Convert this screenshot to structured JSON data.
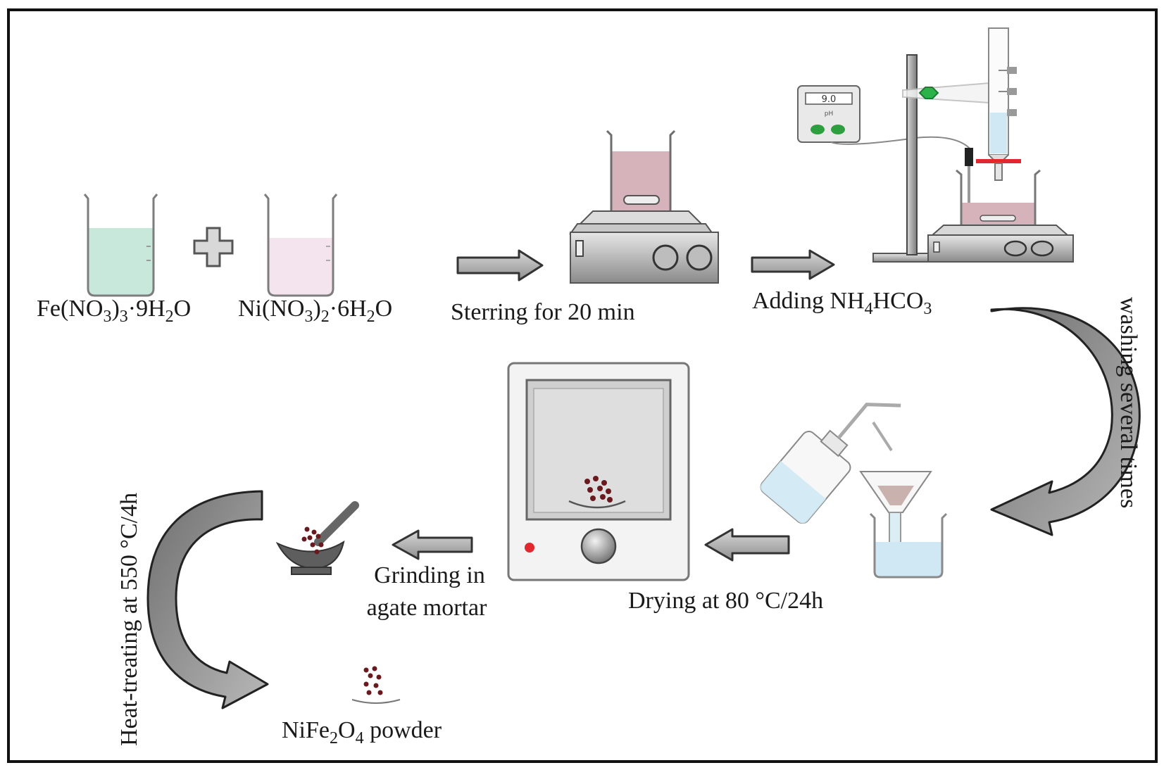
{
  "labels": {
    "fe_nitrate": {
      "main": "Fe(NO",
      "s1": "3",
      "mid1": ")",
      "s2": "3",
      "mid2": "·9H",
      "s3": "2",
      "end": "O"
    },
    "ni_nitrate": {
      "main": "Ni(NO",
      "s1": "3",
      "mid1": ")",
      "s2": "2",
      "mid2": "·6H",
      "s3": "2",
      "end": "O"
    },
    "stirring": "Sterring for 20 min",
    "adding": {
      "main": "Adding NH",
      "s1": "4",
      "mid": "HCO",
      "s2": "3"
    },
    "washing": "washing several times",
    "drying": "Drying at 80 °C/24h",
    "grinding_line1": "Grinding in",
    "grinding_line2": "agate mortar",
    "heat_treating": "Heat-treating at 550 °C/4h",
    "product": {
      "main": "NiFe",
      "s1": "2",
      "mid": "O",
      "s2": "4",
      "end": " powder"
    },
    "ph_meter_display": "9.0",
    "ph_meter_label": "pH"
  },
  "colors": {
    "fe_solution": "#c9e8dc",
    "ni_solution": "#f4e4ee",
    "reaction_mix": "#d6b3bb",
    "wash_water": "#cfe8f3",
    "powder": "#6a1a1f",
    "arrow_fill": "#9a9a9a",
    "clamp_green": "#2bb34a",
    "oven_light": "#e0282e"
  }
}
